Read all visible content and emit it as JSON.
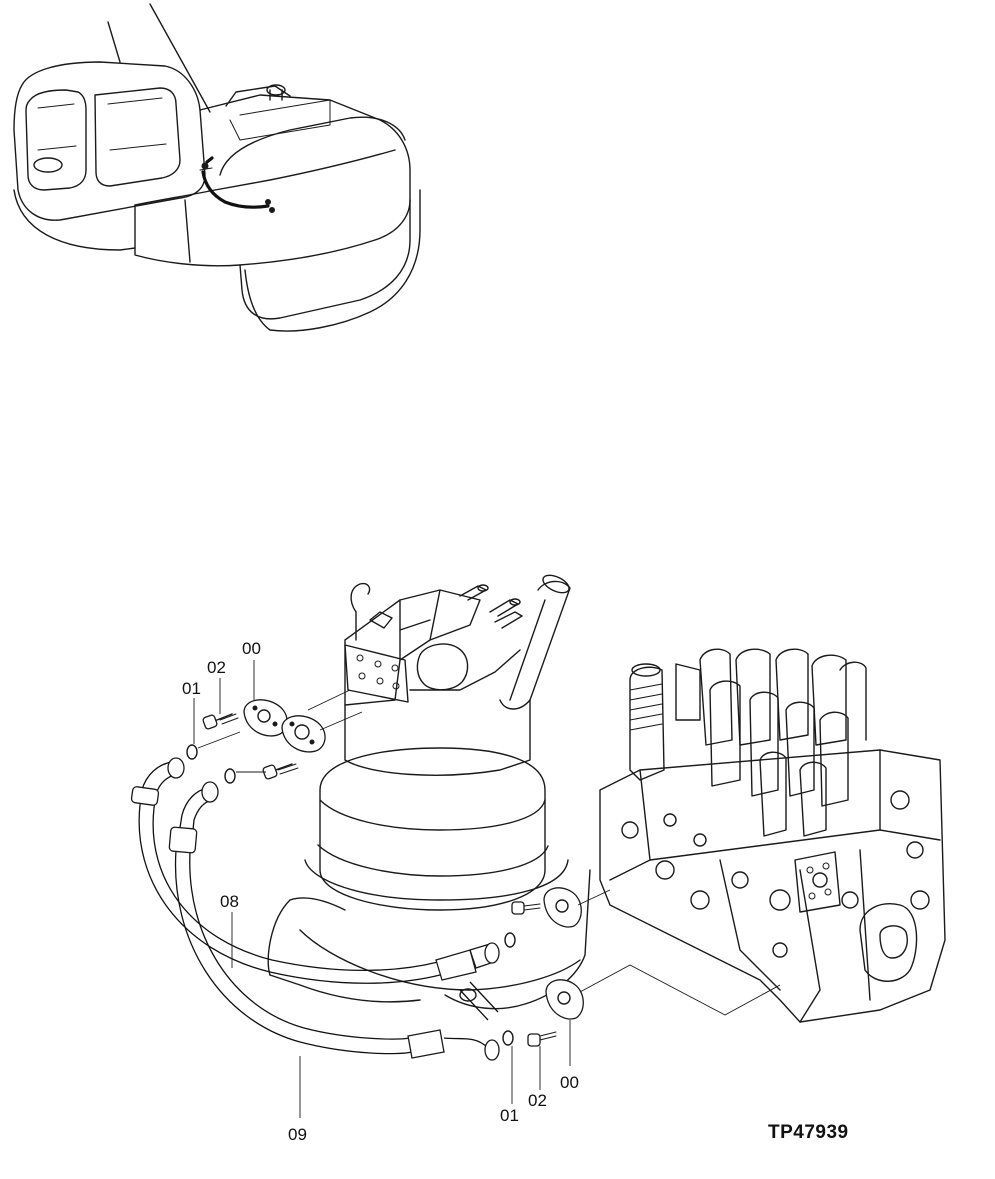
{
  "figure": {
    "code": "TP47939"
  },
  "callouts": [
    {
      "id": "c1",
      "label": "00"
    },
    {
      "id": "c2",
      "label": "02"
    },
    {
      "id": "c3",
      "label": "01"
    },
    {
      "id": "c4",
      "label": "08"
    },
    {
      "id": "c5",
      "label": "09"
    },
    {
      "id": "c6",
      "label": "01"
    },
    {
      "id": "c7",
      "label": "02"
    },
    {
      "id": "c8",
      "label": "00"
    }
  ],
  "icons": {
    "overview": "excavator-overview-icon",
    "motor": "swing-motor-icon",
    "valve": "control-valve-icon"
  }
}
